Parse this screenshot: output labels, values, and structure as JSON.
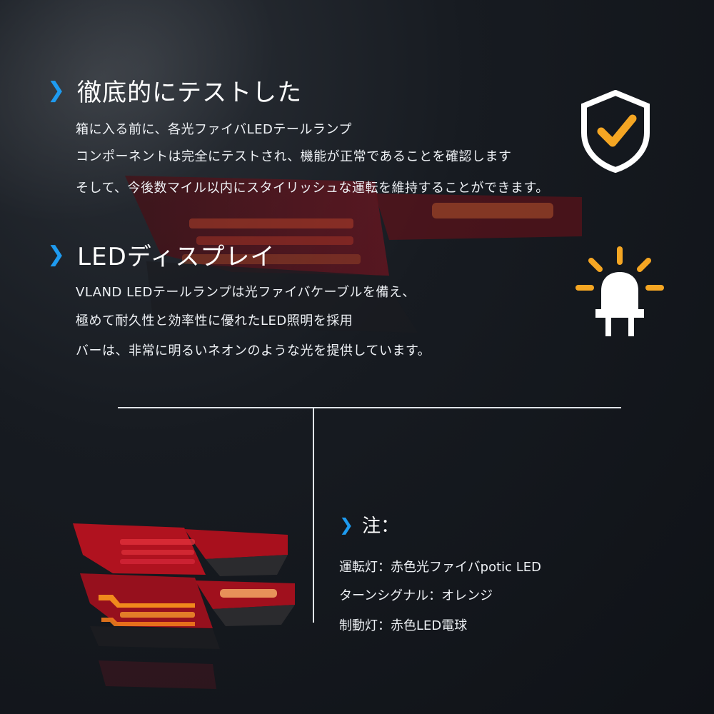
{
  "section1": {
    "title": "徹底的にテストした",
    "lines": [
      "箱に入る前に、各光ファイバLEDテールランプ",
      "コンポーネントは完全にテストされ、機能が正常であることを確認します",
      "そして、今後数マイル以内にスタイリッシュな運転を維持することができます。"
    ]
  },
  "section2": {
    "title": "LEDディスプレイ",
    "lines": [
      "VLAND LEDテールランプは光ファイバケーブルを備え、",
      "極めて耐久性と効率性に優れたLED照明を採用",
      "バーは、非常に明るいネオンのような光を提供しています。"
    ]
  },
  "note": {
    "title": "注：",
    "lines": [
      "運転灯：赤色光ファイバpotic LED",
      "ターンシグナル：オレンジ",
      "制動灯：赤色LED電球"
    ]
  },
  "icons": {
    "chevron": "chevron-right-icon",
    "shield": "shield-check-icon",
    "bulb": "led-bulb-icon"
  },
  "colors": {
    "accent": "#1e9bf0",
    "check": "#f5a623",
    "lamp_red": "#c4142a",
    "lamp_amber": "#f08a1c"
  }
}
